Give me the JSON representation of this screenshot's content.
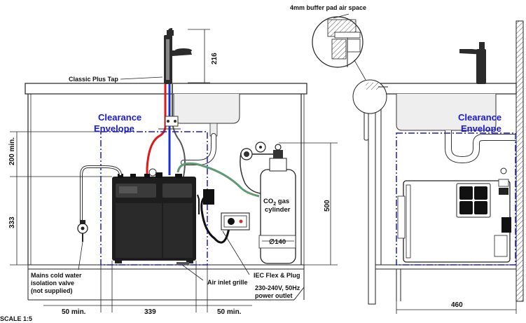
{
  "labels": {
    "tap": "Classic Plus Tap",
    "buffer": "4mm buffer pad air space",
    "clearance_left_1": "Clearance",
    "clearance_left_2": "Envelope",
    "clearance_right_1": "Clearance",
    "clearance_right_2": "Envelope",
    "co2_1": "CO",
    "co2_sub": "2",
    "co2_2": " gas",
    "co2_3": "cylinder",
    "diameter": "∅140",
    "mains_1": "Mains cold water",
    "mains_2": "isolation valve",
    "mains_3": "(not supplied)",
    "air_inlet": "Air inlet grille",
    "iec": "IEC Flex & Plug",
    "power_1": "230-240V, 50Hz",
    "power_2": "power outlet",
    "scale": "SCALE 1:5"
  },
  "dimensions": {
    "tap_height": "216",
    "top_gap": "200 min.",
    "unit_height": "333",
    "cylinder_height": "500",
    "left_gap": "50 min.",
    "unit_width": "339",
    "right_gap": "50 min.",
    "side_depth": "460"
  },
  "colors": {
    "hot_pipe": "#e01818",
    "cold_pipe": "#1a2fd6",
    "clearance": "#1a1ad6",
    "gas_hose": "#5e9a72"
  }
}
